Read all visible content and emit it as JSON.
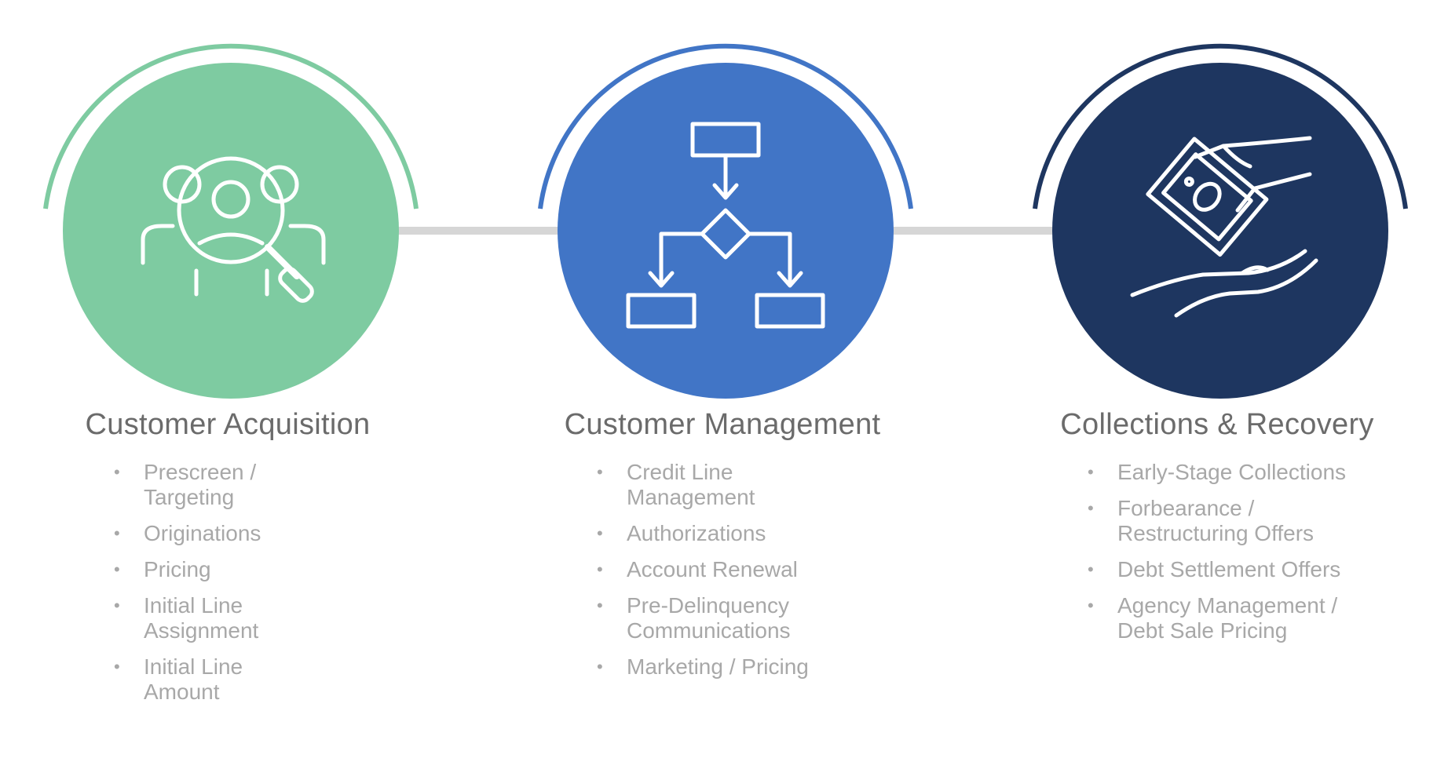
{
  "stages": [
    {
      "title": "Customer Acquisition",
      "color": "#7ecba1",
      "icon": "user-search-icon",
      "items": [
        "Prescreen /\nTargeting",
        "Originations",
        "Pricing",
        "Initial Line\nAssignment",
        "Initial Line\nAmount"
      ]
    },
    {
      "title": "Customer Management",
      "color": "#4175c6",
      "icon": "flowchart-icon",
      "items": [
        "Credit Line\nManagement",
        "Authorizations",
        "Account Renewal",
        "Pre-Delinquency\nCommunications",
        "Marketing  /  Pricing"
      ]
    },
    {
      "title": "Collections & Recovery",
      "color": "#1e3660",
      "icon": "money-hand-icon",
      "items": [
        "Early-Stage Collections",
        "Forbearance  /\nRestructuring Offers",
        "Debt Settlement Offers",
        "Agency Management  /\nDebt Sale Pricing"
      ]
    }
  ],
  "connector_color": "#d6d6d6"
}
